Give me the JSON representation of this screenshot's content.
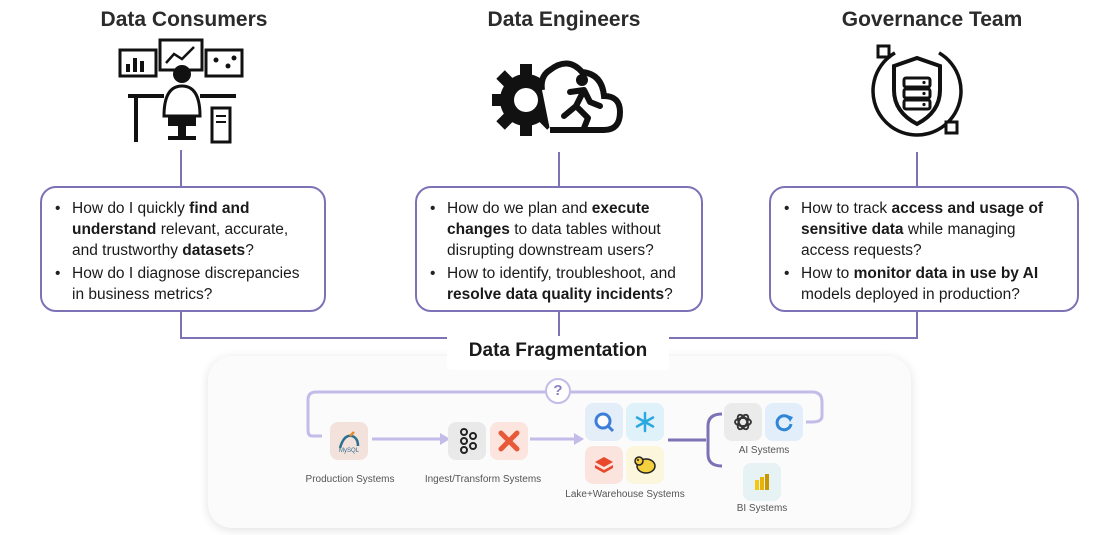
{
  "columns": [
    {
      "title": "Data Consumers",
      "icon": "analyst-at-monitors-icon",
      "questions": [
        {
          "parts": [
            {
              "t": "How do I quickly ",
              "b": false
            },
            {
              "t": "find and understand",
              "b": true
            },
            {
              "t": " relevant, accurate, and trustworthy ",
              "b": false
            },
            {
              "t": "datasets",
              "b": true
            },
            {
              "t": "?",
              "b": false
            }
          ]
        },
        {
          "parts": [
            {
              "t": "How do I diagnose discrepancies in business metrics?",
              "b": false
            }
          ]
        }
      ]
    },
    {
      "title": "Data Engineers",
      "icon": "gear-cloud-runner-icon",
      "questions": [
        {
          "parts": [
            {
              "t": "How do we plan and ",
              "b": false
            },
            {
              "t": "execute changes",
              "b": true
            },
            {
              "t": " to data tables without disrupting downstream users?",
              "b": false
            }
          ]
        },
        {
          "parts": [
            {
              "t": "How to identify, troubleshoot, and ",
              "b": false
            },
            {
              "t": "resolve data quality incidents",
              "b": true
            },
            {
              "t": "?",
              "b": false
            }
          ]
        }
      ]
    },
    {
      "title": "Governance Team",
      "icon": "shield-server-icon",
      "questions": [
        {
          "parts": [
            {
              "t": "How to track ",
              "b": false
            },
            {
              "t": "access and usage of sensitive data",
              "b": true
            },
            {
              "t": " while managing access requests?",
              "b": false
            }
          ]
        },
        {
          "parts": [
            {
              "t": "How to ",
              "b": false
            },
            {
              "t": "monitor data in use by AI",
              "b": true
            },
            {
              "t": " models deployed in production?",
              "b": false
            }
          ]
        }
      ]
    }
  ],
  "fragmentation": {
    "label": "Data Fragmentation",
    "question_mark": "?",
    "stages": {
      "production": {
        "caption": "Production Systems",
        "icons": [
          "mysql-icon"
        ]
      },
      "ingest": {
        "caption": "Ingest/Transform Systems",
        "icons": [
          "kafka-icon",
          "airflow-icon"
        ]
      },
      "lake": {
        "caption": "Lake+Warehouse Systems",
        "icons": [
          "bigquery-icon",
          "snowflake-icon",
          "databricks-icon",
          "hadoop-icon"
        ]
      },
      "ai": {
        "caption": "AI Systems",
        "icons": [
          "openai-icon",
          "refresh-ml-icon"
        ]
      },
      "bi": {
        "caption": "BI Systems",
        "icons": [
          "powerbi-icon"
        ]
      }
    }
  },
  "colors": {
    "accent": "#7d72b5",
    "flow_line": "#c3bbe8"
  }
}
